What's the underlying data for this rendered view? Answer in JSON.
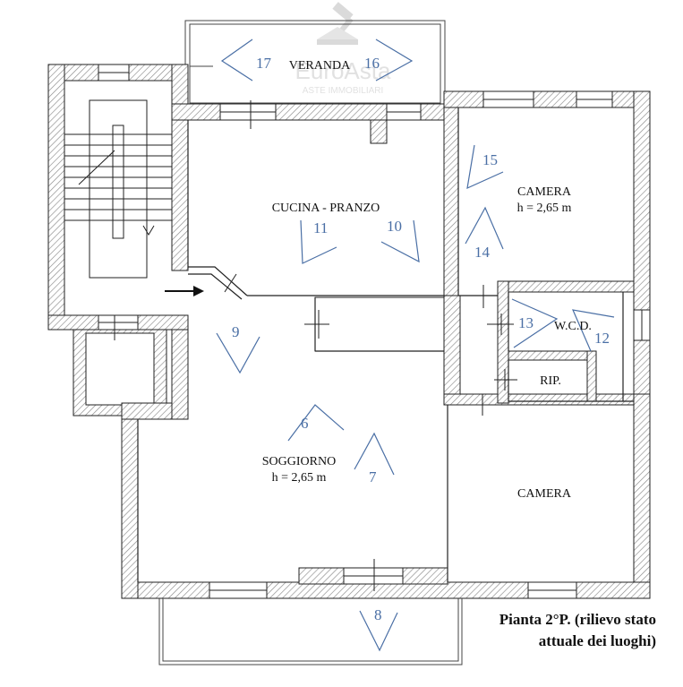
{
  "watermark": {
    "brand": "EuroAsta",
    "subtitle": "ASTE IMMOBILIARI"
  },
  "rooms": {
    "veranda": "VERANDA",
    "cucina": "CUCINA - PRANZO",
    "camera_top": "CAMERA",
    "camera_top_height": "h = 2,65 m",
    "wcd": "W.C.D.",
    "rip": "RIP.",
    "soggiorno": "SOGGIORNO",
    "soggiorno_height": "h = 2,65 m",
    "camera_bottom": "CAMERA"
  },
  "photo_markers": [
    "17",
    "16",
    "15",
    "14",
    "11",
    "10",
    "13",
    "12",
    "9",
    "6",
    "7",
    "8"
  ],
  "caption": {
    "line1": "Pianta 2°P. (rilievo stato",
    "line2": "attuale dei luoghi)"
  },
  "colors": {
    "wall_hatch": "#9a9a9a",
    "marker": "#4a6fa5",
    "wall_line": "#222222"
  }
}
